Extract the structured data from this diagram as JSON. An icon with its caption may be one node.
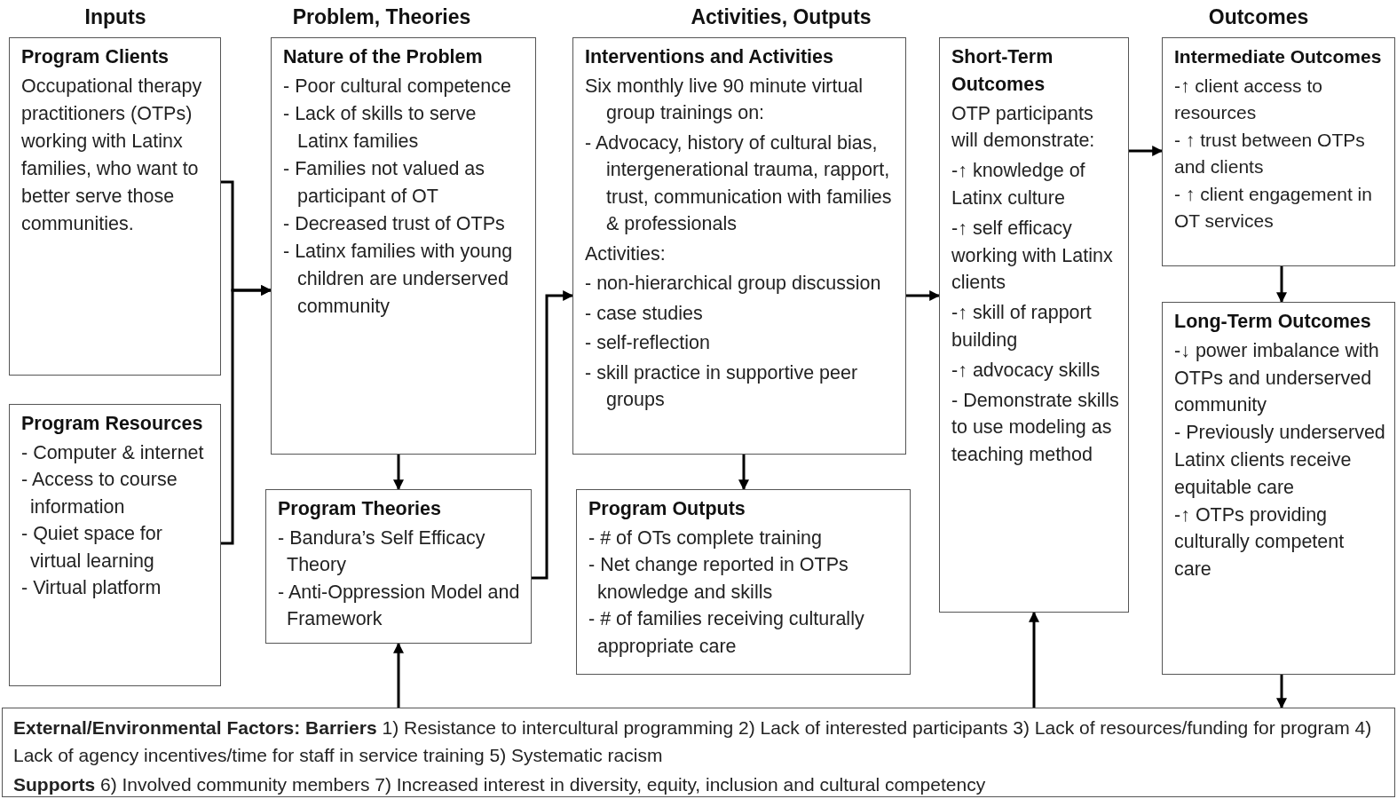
{
  "diagram": {
    "nodes": [
      {
        "text": [
          "Program Clients",
          "Occupational therapy practitioners (OTPs) working with Latinx families, who want to better serve those communities."
        ]
      },
      {
        "text": [
          "Program Resources",
          "- Computer & internet",
          "- Access to course information",
          "- Quiet space for virtual learning",
          "- Virtual platform"
        ]
      },
      {
        "text": [
          "Nature of the Problem",
          "- Poor cultural competence",
          "- Lack of skills to serve Latinx families",
          "- Families not valued as participant of OT",
          "- Decreased trust of OTPs",
          "- Latinx families with young children are underserved community"
        ]
      },
      {
        "text": [
          "Program Theories",
          "- Bandura’s Self Efficacy Theory",
          "- Anti-Oppression Model and Framework"
        ]
      },
      {
        "text": [
          "Interventions and Activities",
          "Six monthly live 90 minute virtual group trainings on:",
          "- Advocacy, history of cultural bias, intergenerational trauma, rapport, trust, communication with families & professionals",
          "Activities:",
          "- non-hierarchical group discussion",
          "- case studies",
          "- self-reflection",
          "- skill practice in supportive peer groups"
        ]
      },
      {
        "text": [
          "Program Outputs",
          "- # of OTs complete training",
          "- Net change reported in OTPs knowledge and skills",
          "- # of families receiving culturally appropriate care"
        ]
      },
      {
        "text": [
          "Short-Term Outcomes",
          "OTP participants will demonstrate:",
          "-↑ knowledge of Latinx culture",
          "-↑ self efficacy working with Latinx clients",
          "-↑ skill of rapport building",
          "-↑ advocacy skills",
          "- Demonstrate skills to use modeling as teaching method"
        ]
      },
      {
        "text": [
          "Intermediate Outcomes",
          "-↑ client access to resources",
          "- ↑ trust between OTPs and clients",
          "- ↑ client engagement in OT services"
        ]
      },
      {
        "text": [
          "Long-Term Outcomes",
          "-↓ power imbalance with OTPs and underserved community",
          "- Previously underserved Latinx clients receive equitable care",
          "-↑ OTPs providing culturally competent care"
        ]
      },
      {
        "text": [
          "**External/Environmental Factors: Barriers** 1) Resistance to intercultural programming 2) Lack of interested participants 3) Lack of resources/funding for program 4) Lack of agency incentives/time for staff in service training  5) Systematic racism",
          "**Supports** 6) Involved community members 7) Increased interest in diversity, equity, inclusion and cultural competency"
        ]
      }
    ],
    "edges": [
      {
        "from": 0,
        "to": 2,
        "arrow": "to"
      },
      {
        "from": 1,
        "to": 2,
        "arrow": "to"
      },
      {
        "from": 2,
        "to": 3,
        "arrow": "to"
      },
      {
        "from": 3,
        "to": 4,
        "arrow": "to"
      },
      {
        "from": 4,
        "to": 5,
        "arrow": "to"
      },
      {
        "from": 4,
        "to": 6,
        "arrow": "to"
      },
      {
        "from": 6,
        "to": 7,
        "arrow": "to"
      },
      {
        "from": 7,
        "to": 8,
        "arrow": "to"
      },
      {
        "from": 8,
        "to": 9,
        "arrow": "to"
      },
      {
        "from": 9,
        "to": 3,
        "arrow": "to"
      },
      {
        "from": 9,
        "to": 6,
        "arrow": "to"
      }
    ],
    "labels": [
      "Inputs",
      "Problem, Theories",
      "Activities, Outputs",
      "Outcomes"
    ]
  }
}
